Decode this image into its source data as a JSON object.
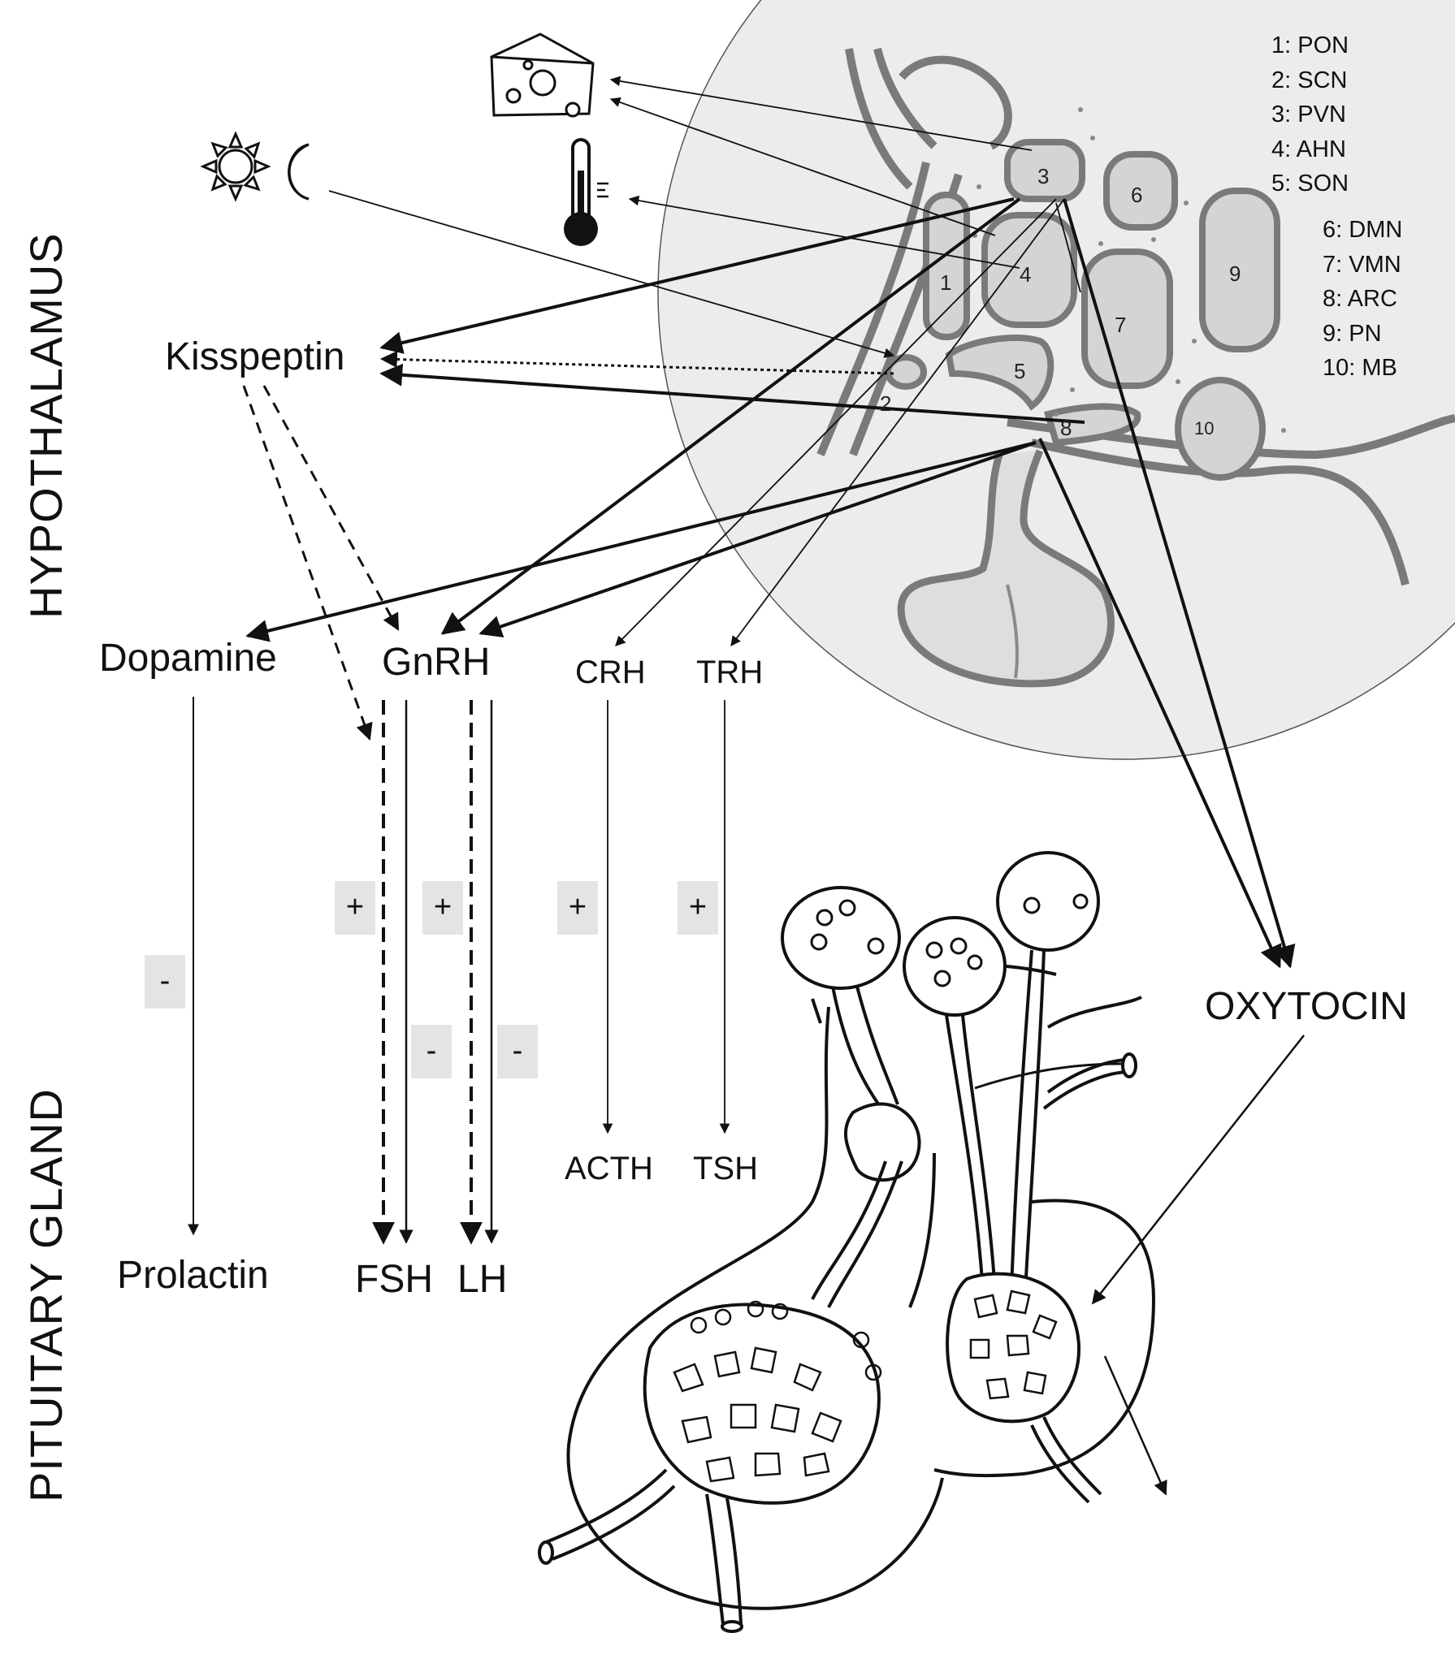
{
  "side_labels": {
    "top": "HYPOTHALAMUS",
    "bottom": "PITUITARY GLAND"
  },
  "legend": [
    {
      "num": "1",
      "name": "PON"
    },
    {
      "num": "2",
      "name": "SCN"
    },
    {
      "num": "3",
      "name": "PVN"
    },
    {
      "num": "4",
      "name": "AHN"
    },
    {
      "num": "5",
      "name": "SON"
    },
    {
      "num": "6",
      "name": "DMN"
    },
    {
      "num": "7",
      "name": "VMN"
    },
    {
      "num": "8",
      "name": "ARC"
    },
    {
      "num": "9",
      "name": "PN"
    },
    {
      "num": "10",
      "name": "MB"
    }
  ],
  "hormones": {
    "kisspeptin": "Kisspeptin",
    "dopamine": "Dopamine",
    "gnrh": "GnRH",
    "crh": "CRH",
    "trh": "TRH",
    "oxytocin": "OXYTOCIN",
    "prolactin": "Prolactin",
    "fsh": "FSH",
    "lh": "LH",
    "acth": "ACTH",
    "tsh": "TSH"
  },
  "signs": {
    "dopamine_prolactin": "-",
    "gnrh_fsh_plus": "+",
    "gnrh_lh_plus": "+",
    "gnrh_fsh_minus": "-",
    "gnrh_lh_minus": "-",
    "crh_acth": "+",
    "trh_tsh": "+"
  },
  "icons": {
    "food": "cheese-icon",
    "temperature": "thermometer-icon",
    "light_cycle": "sun-moon-icon"
  },
  "colors": {
    "nucleus_fill": "#d4d4d4",
    "nucleus_stroke": "#7a7a7a",
    "region_fill": "#ececec",
    "sign_box": "#e4e4e4"
  }
}
